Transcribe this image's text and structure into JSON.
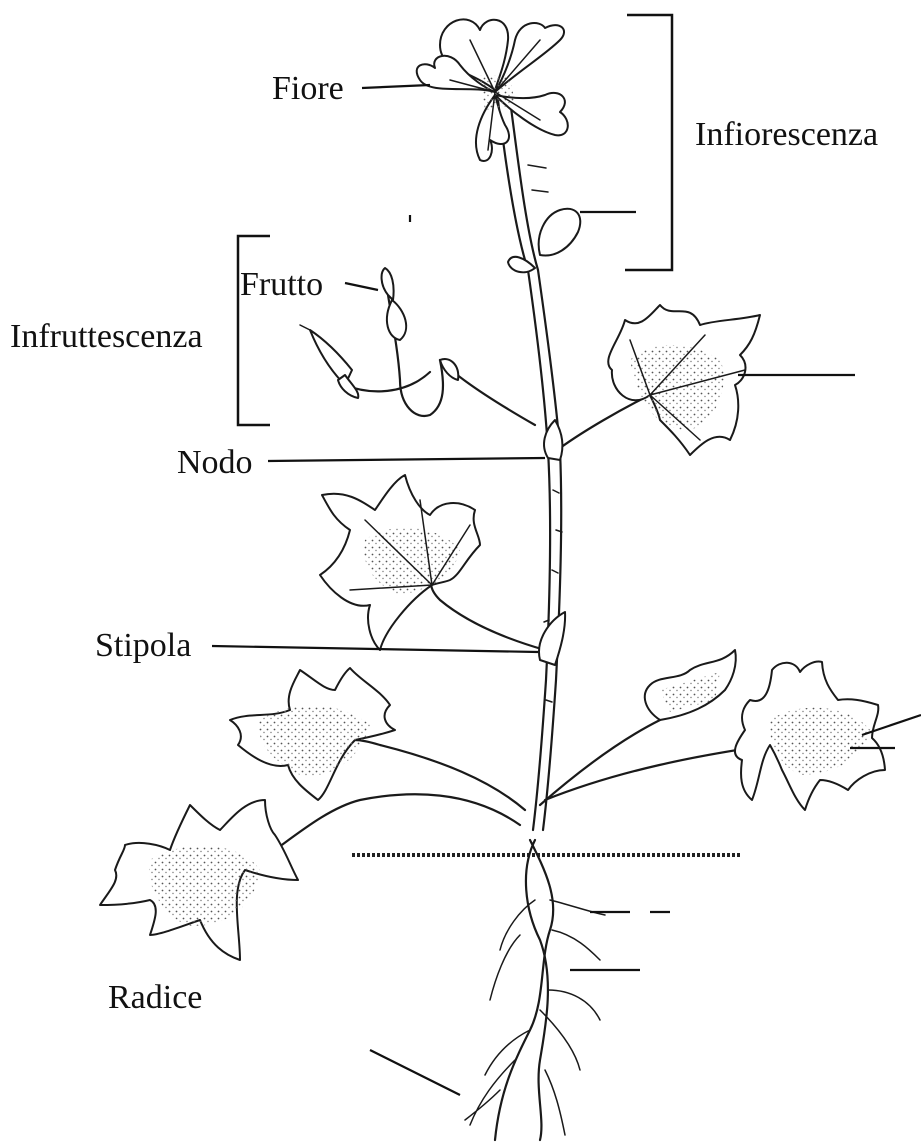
{
  "labels": {
    "fiore": "Fiore",
    "infiorescenza": "Infiorescenza",
    "frutto": "Frutto",
    "infruttescenza": "Infruttescenza",
    "nodo": "Nodo",
    "stipola": "Stipola",
    "radice": "Radice"
  }
}
